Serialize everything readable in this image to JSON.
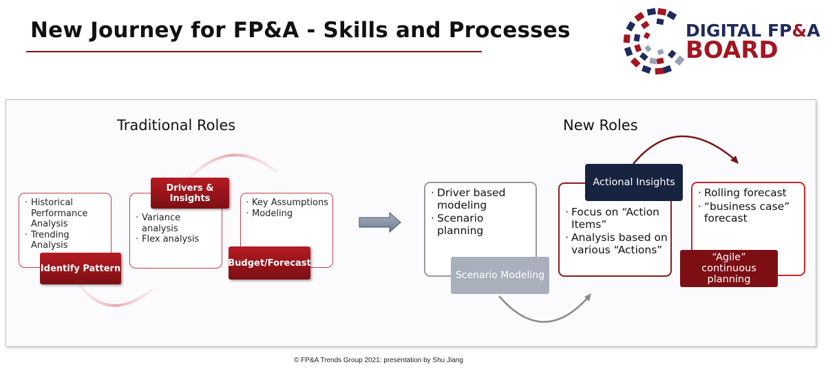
{
  "header": {
    "title": "New Journey for FP&A - Skills and Processes",
    "logo": {
      "line1_a": "DIGITAL FP",
      "line1_amp": "&",
      "line1_b": "A",
      "line2": "BOARD"
    }
  },
  "traditional": {
    "heading": "Traditional Roles",
    "cards": [
      {
        "items": [
          "Historical Performance Analysis",
          "Trending Analysis"
        ],
        "label": "Identify Pattern"
      },
      {
        "items": [
          "Variance analysis",
          "Flex analysis"
        ],
        "label": "Drivers & Insights"
      },
      {
        "items": [
          "Key Assumptions",
          "Modeling"
        ],
        "label": "Budget/Forecast"
      }
    ]
  },
  "new_roles": {
    "heading": "New Roles",
    "cards": [
      {
        "items": [
          "Driver based modeling",
          "Scenario planning"
        ],
        "label": "Scenario Modeling"
      },
      {
        "items": [
          "Focus on “Action Items”",
          "Analysis based on various “Actions”"
        ],
        "label": "Actional Insights"
      },
      {
        "items": [
          "Rolling forecast",
          "“business case” forecast"
        ],
        "label": "“Agile” continuous planning"
      }
    ]
  },
  "colors": {
    "brand_red": "#a31621",
    "brand_navy": "#1f2a5c",
    "label_navy": "#17233f",
    "label_gray": "#a9b0bb"
  },
  "footer": "© FP&A Trends Group 2021: presentation by Shu Jiang"
}
